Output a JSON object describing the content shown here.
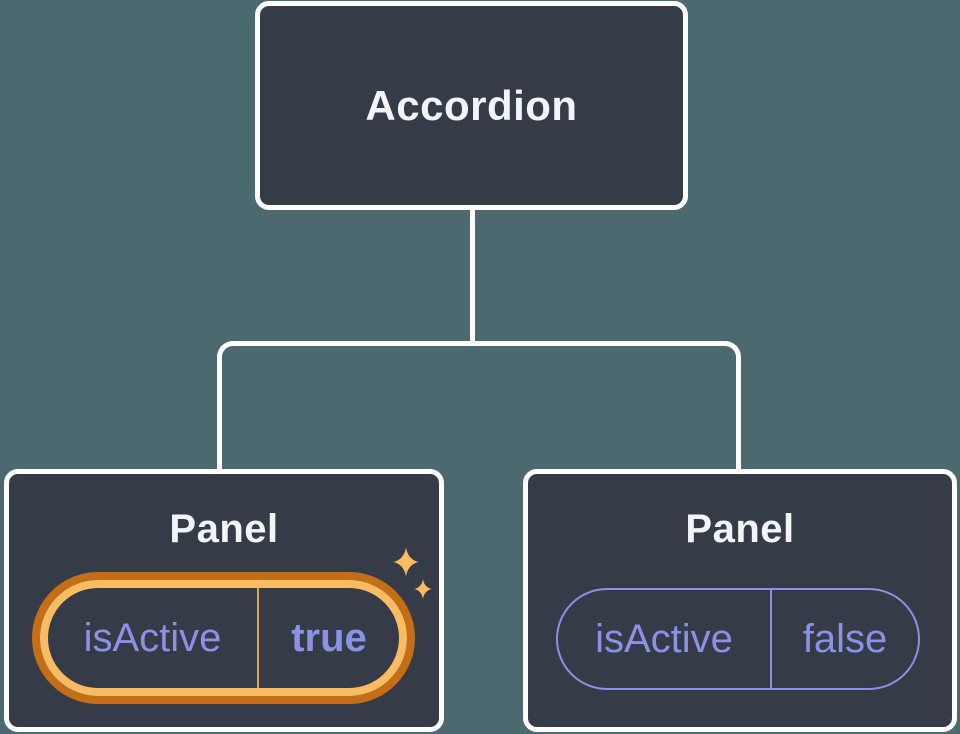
{
  "diagram": {
    "root": {
      "label": "Accordion"
    },
    "panels": [
      {
        "label": "Panel",
        "state_key": "isActive",
        "state_value": "true",
        "active": true,
        "highlight": "orange-ring-with-sparkles"
      },
      {
        "label": "Panel",
        "state_key": "isActive",
        "state_value": "false",
        "active": false,
        "highlight": "none"
      }
    ]
  },
  "icons": [
    {
      "name": "sparkles-icon",
      "meaning": "highlighted active state"
    }
  ],
  "colors": {
    "background": "#4d6970",
    "node_bg": "#353b47",
    "node_border": "#ffffff",
    "title_text": "#f2f4f8",
    "purple": "#8b92e6",
    "ring_outer": "#c46f15",
    "ring_inner": "#fabc63",
    "divider_active": "#e0a04e",
    "sparkle": "#fabc63"
  }
}
